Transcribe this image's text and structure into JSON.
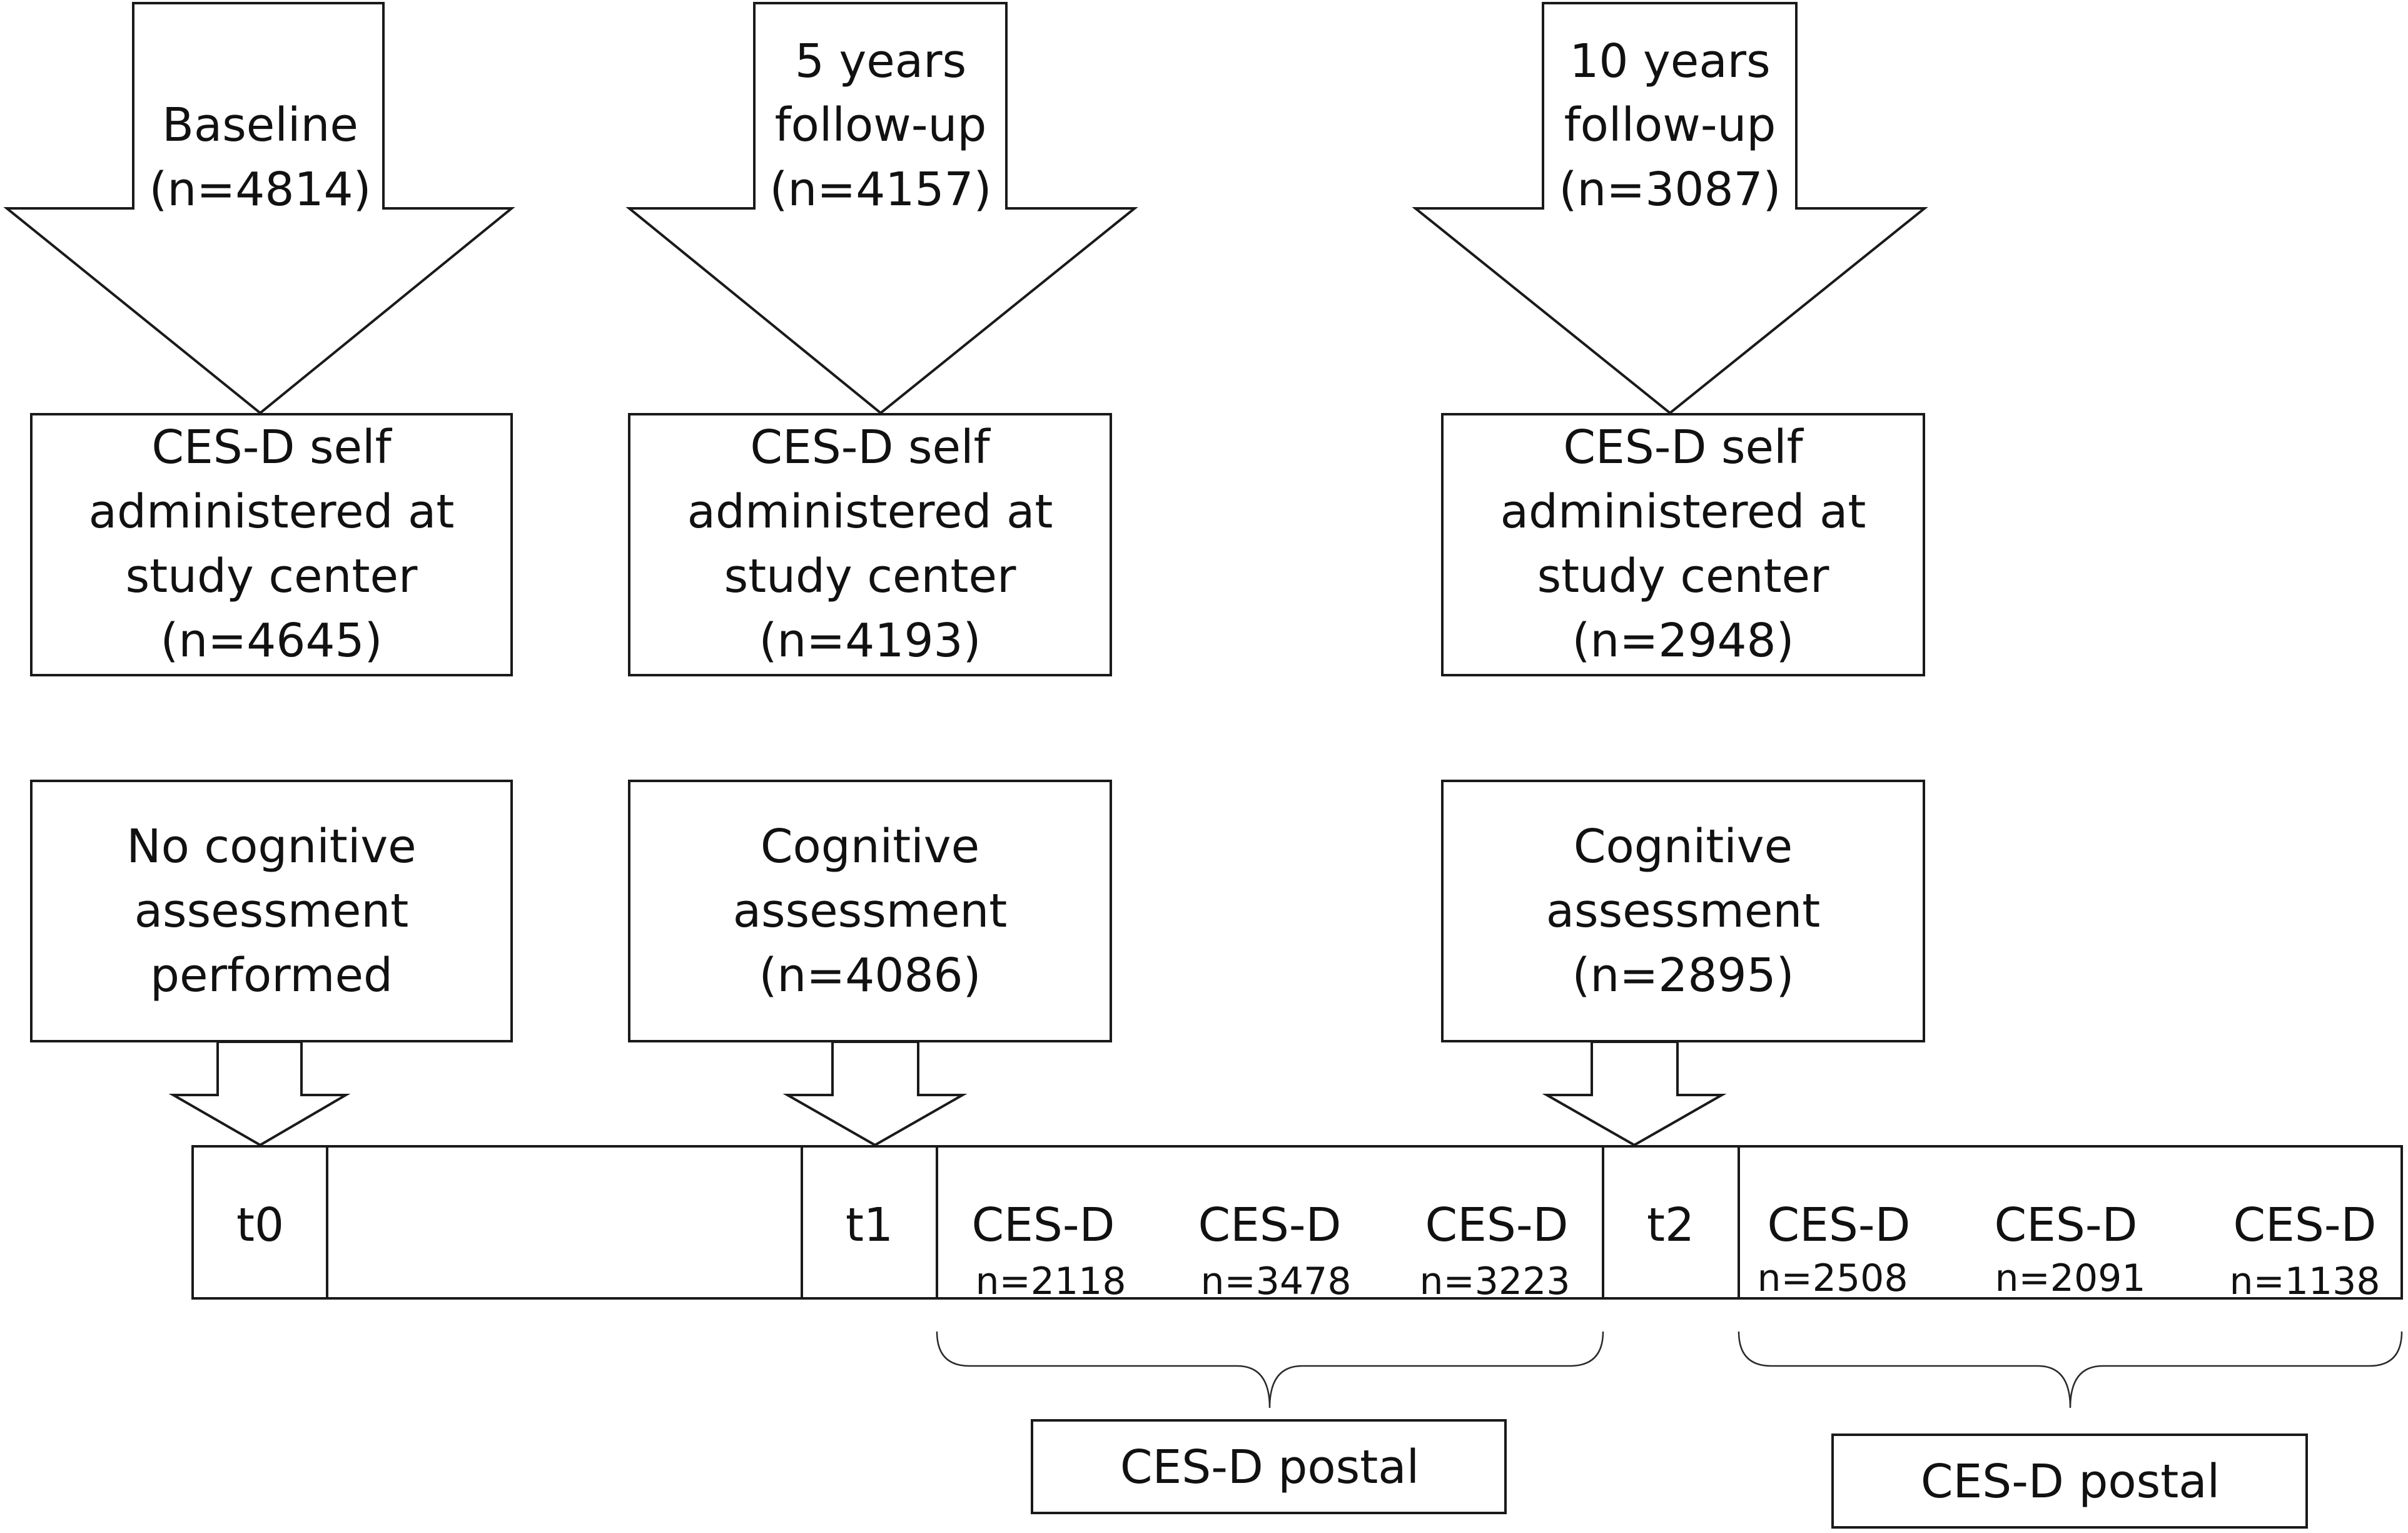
{
  "arrows": [
    {
      "id": "baseline",
      "lines": [
        "Baseline",
        "(n=4814)"
      ]
    },
    {
      "id": "followup-5y",
      "lines": [
        "5 years",
        "follow-up",
        "(n=4157)"
      ]
    },
    {
      "id": "followup-10y",
      "lines": [
        "10 years",
        "follow-up",
        "(n=3087)"
      ]
    }
  ],
  "cesd_boxes": [
    {
      "id": "baseline",
      "lines": [
        "CES-D self",
        "administered at",
        "study center",
        "(n=4645)"
      ]
    },
    {
      "id": "5y",
      "lines": [
        "CES-D self",
        "administered at",
        "study center",
        "(n=4193)"
      ]
    },
    {
      "id": "10y",
      "lines": [
        "CES-D self",
        "administered at",
        "study center",
        "(n=2948)"
      ]
    }
  ],
  "cognitive_boxes": [
    {
      "id": "t0",
      "lines": [
        "No cognitive",
        "assessment",
        "performed"
      ]
    },
    {
      "id": "t1",
      "lines": [
        "Cognitive",
        "assessment",
        "(n=4086)"
      ]
    },
    {
      "id": "t2",
      "lines": [
        "Cognitive",
        "assessment",
        "(n=2895)"
      ]
    }
  ],
  "timeline": {
    "t0": "t0",
    "t1": "t1",
    "t2": "t2",
    "cesd_label": "CES-D",
    "postal_after_t1": [
      "n=2118",
      "n=3478",
      "n=3223"
    ],
    "postal_after_t2": [
      "n=2508",
      "n=2091",
      "n=1138"
    ]
  },
  "postal_labels": [
    "CES-D postal",
    "CES-D postal"
  ]
}
